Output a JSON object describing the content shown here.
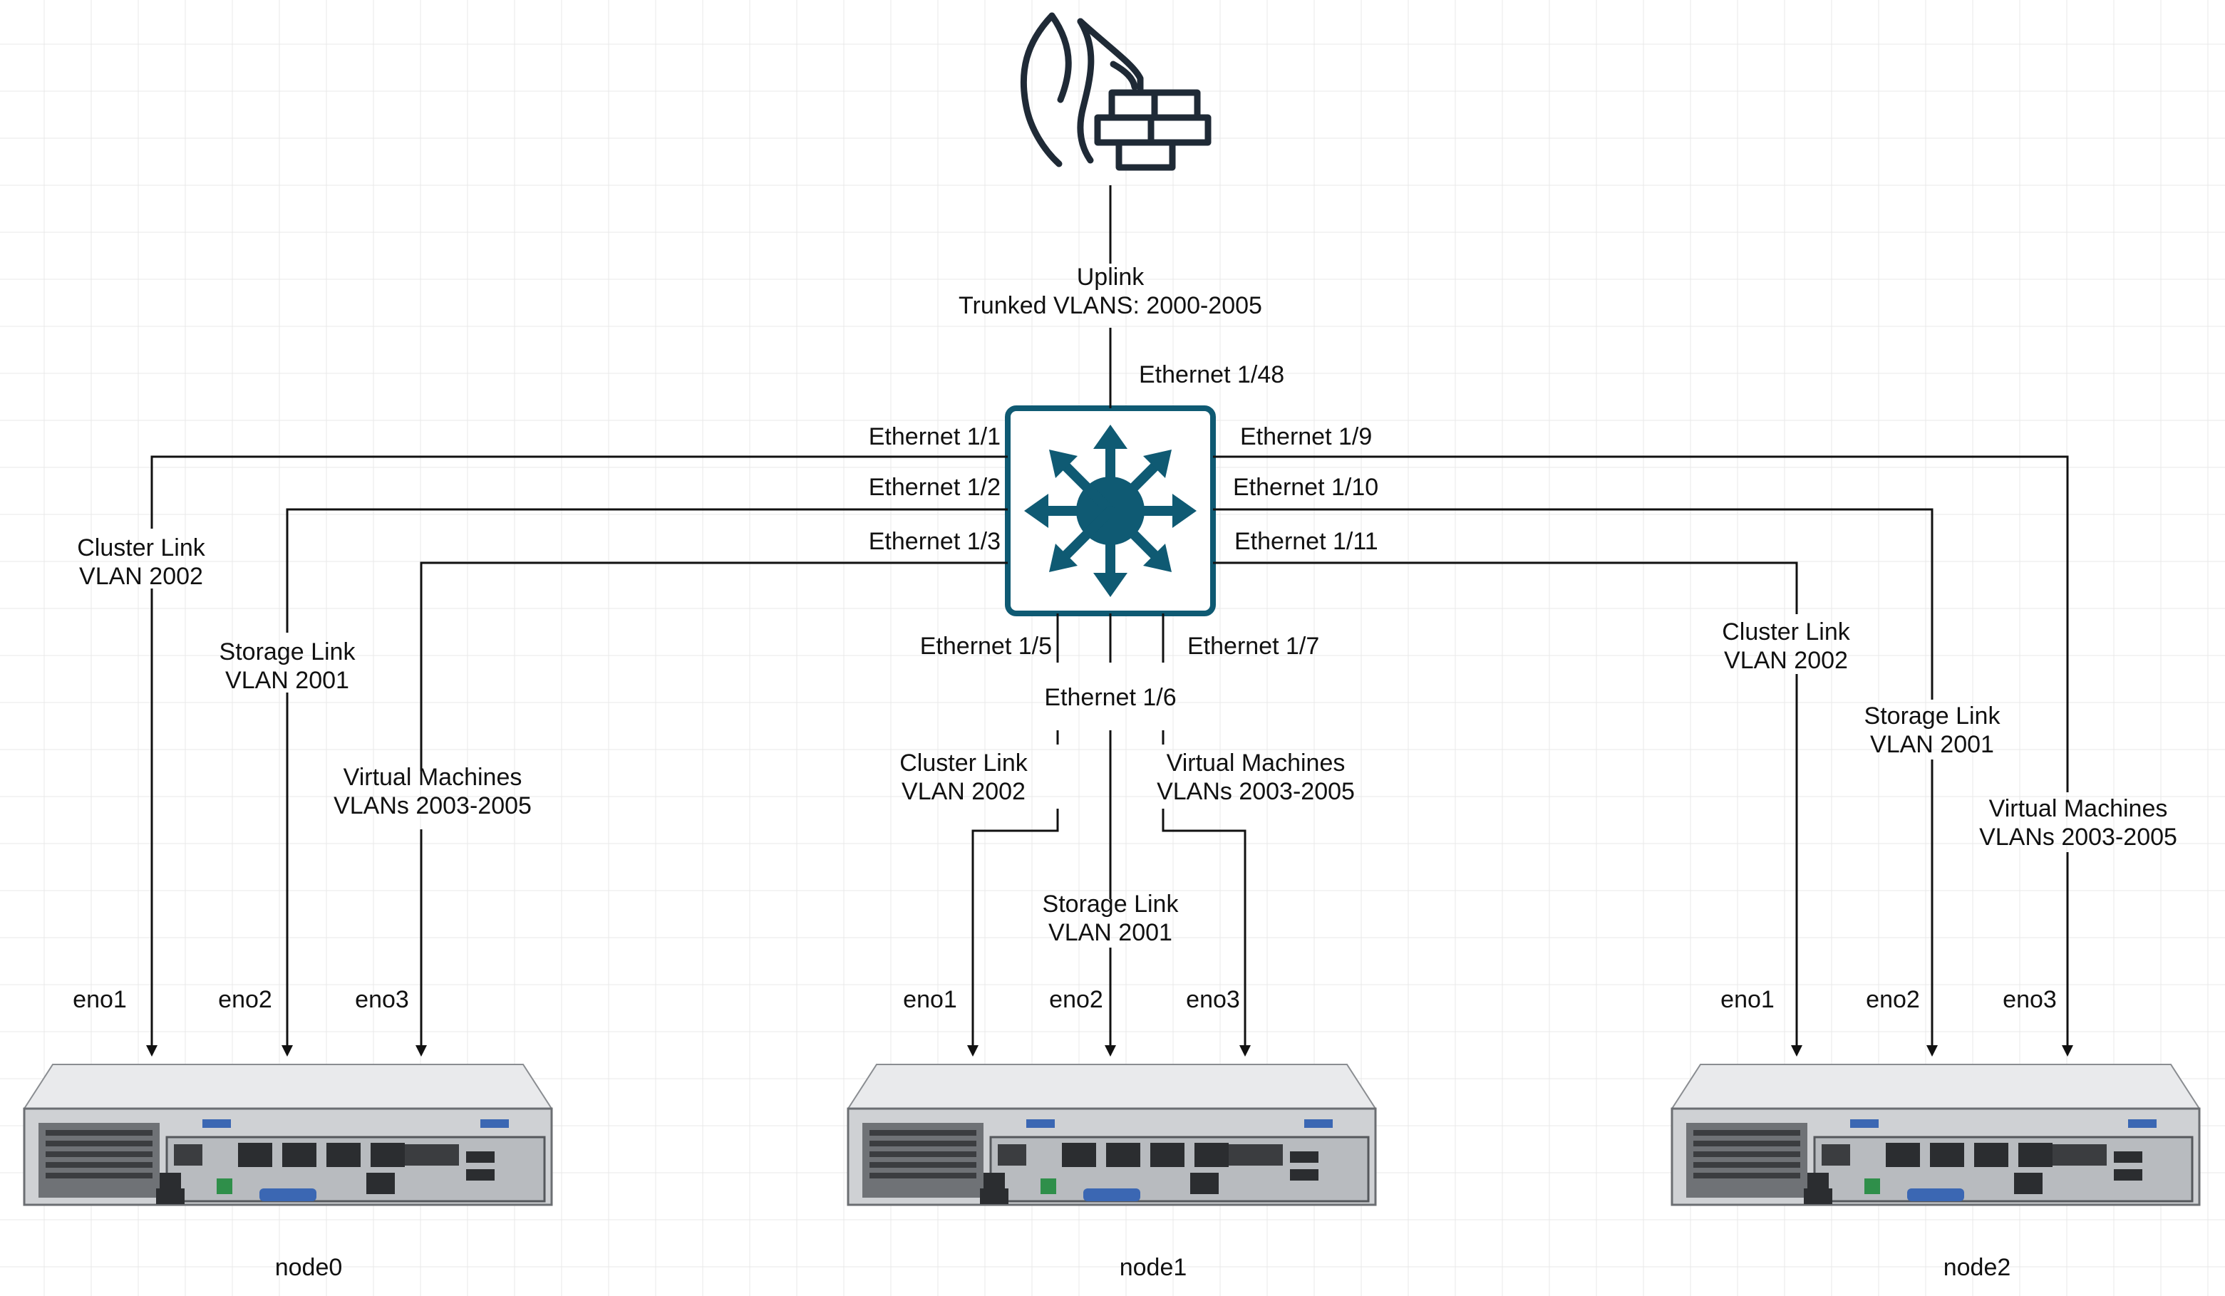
{
  "uplink": {
    "title": "Uplink",
    "vlans": "Trunked VLANS: 2000-2005",
    "switch_port": "Ethernet 1/48"
  },
  "switch_ports": {
    "p1": "Ethernet 1/1",
    "p2": "Ethernet 1/2",
    "p3": "Ethernet 1/3",
    "p5": "Ethernet 1/5",
    "p6": "Ethernet 1/6",
    "p7": "Ethernet 1/7",
    "p9": "Ethernet 1/9",
    "p10": "Ethernet 1/10",
    "p11": "Ethernet 1/11"
  },
  "links": {
    "node0": {
      "cluster": [
        "Cluster Link",
        "VLAN 2002"
      ],
      "storage": [
        "Storage Link",
        "VLAN 2001"
      ],
      "vm": [
        "Virtual Machines",
        "VLANs 2003-2005"
      ]
    },
    "node1": {
      "cluster": [
        "Cluster Link",
        "VLAN 2002"
      ],
      "storage": [
        "Storage Link",
        "VLAN 2001"
      ],
      "vm": [
        "Virtual Machines",
        "VLANs 2003-2005"
      ]
    },
    "node2": {
      "cluster": [
        "Cluster Link",
        "VLAN 2002"
      ],
      "storage": [
        "Storage Link",
        "VLAN 2001"
      ],
      "vm": [
        "Virtual Machines",
        "VLANs 2003-2005"
      ]
    }
  },
  "nodes": [
    {
      "name": "node0",
      "nics": [
        "eno1",
        "eno2",
        "eno3"
      ]
    },
    {
      "name": "node1",
      "nics": [
        "eno1",
        "eno2",
        "eno3"
      ]
    },
    {
      "name": "node2",
      "nics": [
        "eno1",
        "eno2",
        "eno3"
      ]
    }
  ],
  "icons": {
    "firewall": "firewall-icon",
    "switch": "layer3-switch-icon",
    "server": "server-icon"
  },
  "colors": {
    "switch_fill": "#0f5a73",
    "switch_stroke": "#0f5a73",
    "firewall": "#1f2a36",
    "lines": "#111111"
  }
}
